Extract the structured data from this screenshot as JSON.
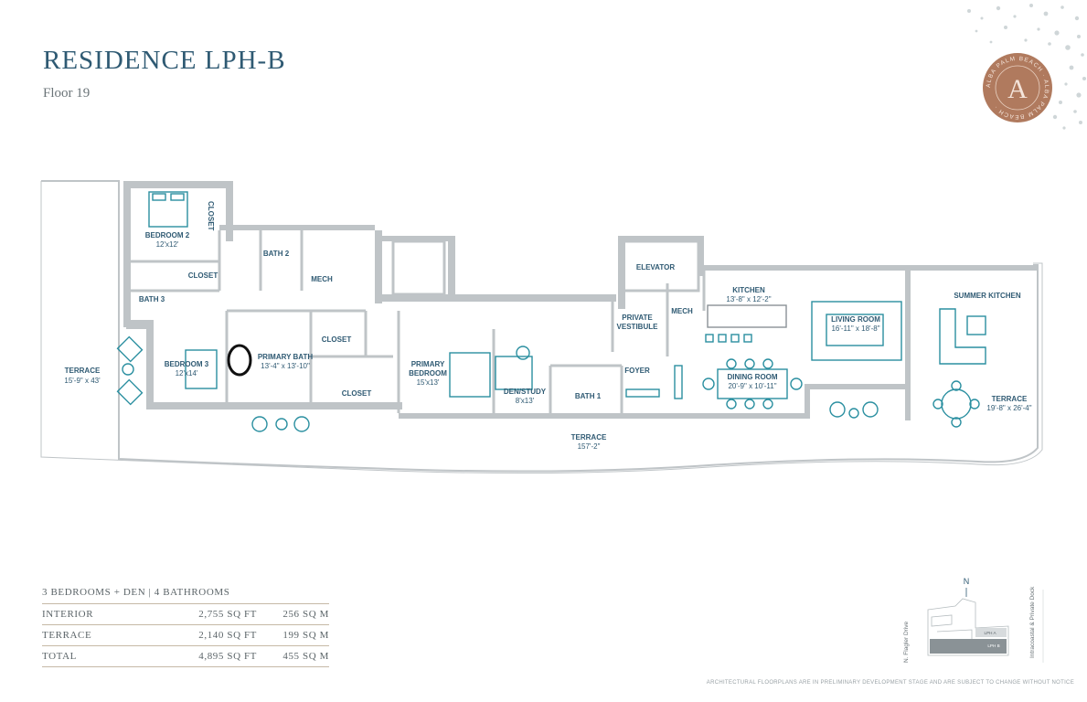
{
  "header": {
    "title": "RESIDENCE LPH-B",
    "floor": "Floor 19"
  },
  "logo": {
    "letter": "A",
    "ring_text": "ALBA PALM BEACH · ALBA PALM BEACH · ",
    "color": "#b07a5e"
  },
  "plan": {
    "rooms": [
      {
        "id": "bedroom2",
        "label": "BEDROOM 2",
        "dim": "12'x12'"
      },
      {
        "id": "closet-top",
        "label": "CLOSET",
        "dim": ""
      },
      {
        "id": "bath2",
        "label": "BATH 2",
        "dim": ""
      },
      {
        "id": "closet-b2",
        "label": "CLOSET",
        "dim": ""
      },
      {
        "id": "mech-1",
        "label": "MECH",
        "dim": ""
      },
      {
        "id": "bath3",
        "label": "BATH 3",
        "dim": ""
      },
      {
        "id": "terrace-west",
        "label": "TERRACE",
        "dim": "15'-9\" x 43'"
      },
      {
        "id": "bedroom3",
        "label": "BEDROOM 3",
        "dim": "12'x14'"
      },
      {
        "id": "primary-bath",
        "label": "PRIMARY BATH",
        "dim": "13'-4\" x 13'-10\""
      },
      {
        "id": "closet-pb",
        "label": "CLOSET",
        "dim": ""
      },
      {
        "id": "closet-pb2",
        "label": "CLOSET",
        "dim": ""
      },
      {
        "id": "primary-bedroom",
        "label": "PRIMARY\nBEDROOM",
        "dim": "15'x13'"
      },
      {
        "id": "den",
        "label": "DEN/STUDY",
        "dim": "8'x13'"
      },
      {
        "id": "bath1",
        "label": "BATH 1",
        "dim": ""
      },
      {
        "id": "elevator",
        "label": "ELEVATOR",
        "dim": ""
      },
      {
        "id": "vestibule",
        "label": "PRIVATE\nVESTIBULE",
        "dim": ""
      },
      {
        "id": "mech-2",
        "label": "MECH",
        "dim": ""
      },
      {
        "id": "foyer",
        "label": "FOYER",
        "dim": ""
      },
      {
        "id": "kitchen",
        "label": "KITCHEN",
        "dim": "13'-8\" x 12'-2\""
      },
      {
        "id": "dining",
        "label": "DINING ROOM",
        "dim": "20'-9\" x 10'-11\""
      },
      {
        "id": "living",
        "label": "LIVING ROOM",
        "dim": "16'-11\" x 18'-8\""
      },
      {
        "id": "summer-kitchen",
        "label": "SUMMER KITCHEN",
        "dim": ""
      },
      {
        "id": "terrace-east",
        "label": "TERRACE",
        "dim": "19'-8\" x 26'-4\""
      },
      {
        "id": "terrace-south",
        "label": "TERRACE",
        "dim": "157'-2\""
      }
    ]
  },
  "stats": {
    "heading": "3 BEDROOMS + DEN  |  4 BATHROOMS",
    "rows": [
      {
        "label": "INTERIOR",
        "sqft": "2,755 SQ FT",
        "sqm": "256 SQ M"
      },
      {
        "label": "TERRACE",
        "sqft": "2,140 SQ FT",
        "sqm": "199 SQ M"
      },
      {
        "label": "TOTAL",
        "sqft": "4,895 SQ FT",
        "sqm": "455 SQ M"
      }
    ]
  },
  "keyplan": {
    "north": "N",
    "street_left": "N. Flagler Drive",
    "street_right": "Intracoastal & Private Dock",
    "unit_a": "LPH A",
    "unit_b": "LPH B"
  },
  "disclaimer": "ARCHITECTURAL FLOORPLANS ARE IN PRELIMINARY DEVELOPMENT STAGE AND ARE SUBJECT TO CHANGE WITHOUT NOTICE",
  "colors": {
    "accent": "#2f5a73",
    "fixture": "#2a8fa0",
    "wall": "#bfc4c7",
    "copper": "#b07a5e"
  }
}
